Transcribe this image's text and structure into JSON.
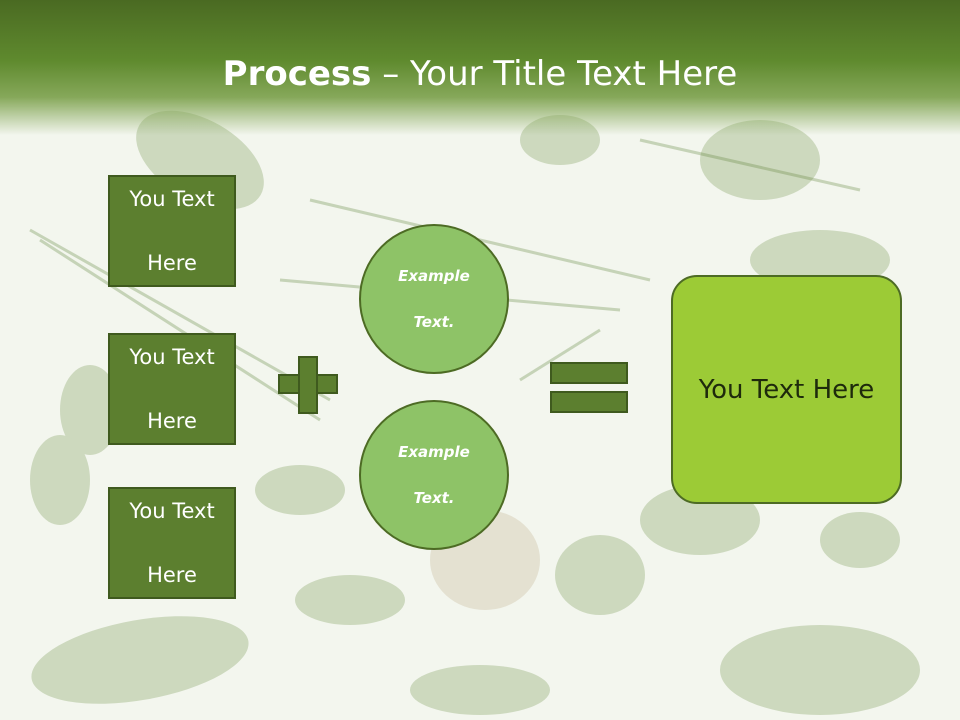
{
  "title": {
    "bold": "Process",
    "dash": " – ",
    "rest": "Your Title Text Here"
  },
  "left_boxes": [
    {
      "line1": "You Text",
      "line2": "Here"
    },
    {
      "line1": "You Text",
      "line2": "Here"
    },
    {
      "line1": "You Text",
      "line2": "Here"
    }
  ],
  "circles": [
    {
      "line1": "Example",
      "line2": "Text."
    },
    {
      "line1": "Example",
      "line2": "Text."
    }
  ],
  "result": {
    "text": "You Text Here"
  },
  "colors": {
    "header": "#4a6a22",
    "box": "#5c7f2f",
    "circle": "#8ec367",
    "result": "#9ccb36",
    "stroke": "#3f5a1e"
  },
  "icons": [
    "plus-icon",
    "equals-icon"
  ]
}
